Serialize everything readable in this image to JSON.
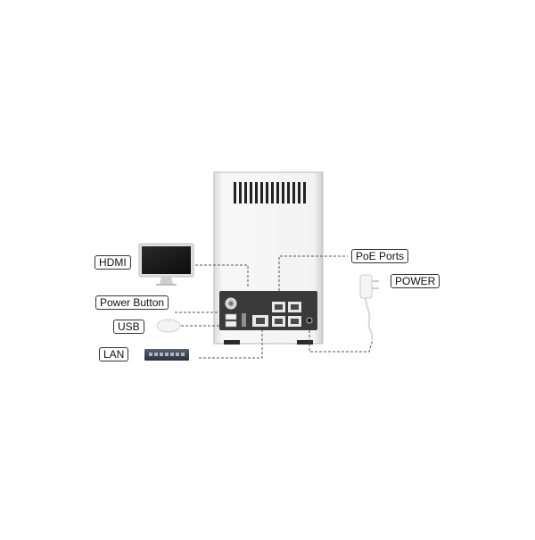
{
  "labels": {
    "hdmi": "HDMI",
    "power_button": "Power Button",
    "usb": "USB",
    "lan": "LAN",
    "poe_ports": "PoE Ports",
    "power": "POWER"
  },
  "colors": {
    "device_body": "#f2f2f2",
    "device_edge": "#b9b9b9",
    "panel": "#3a3a3a",
    "connector_line": "#555555",
    "monitor_screen": "#1a1a1a"
  }
}
